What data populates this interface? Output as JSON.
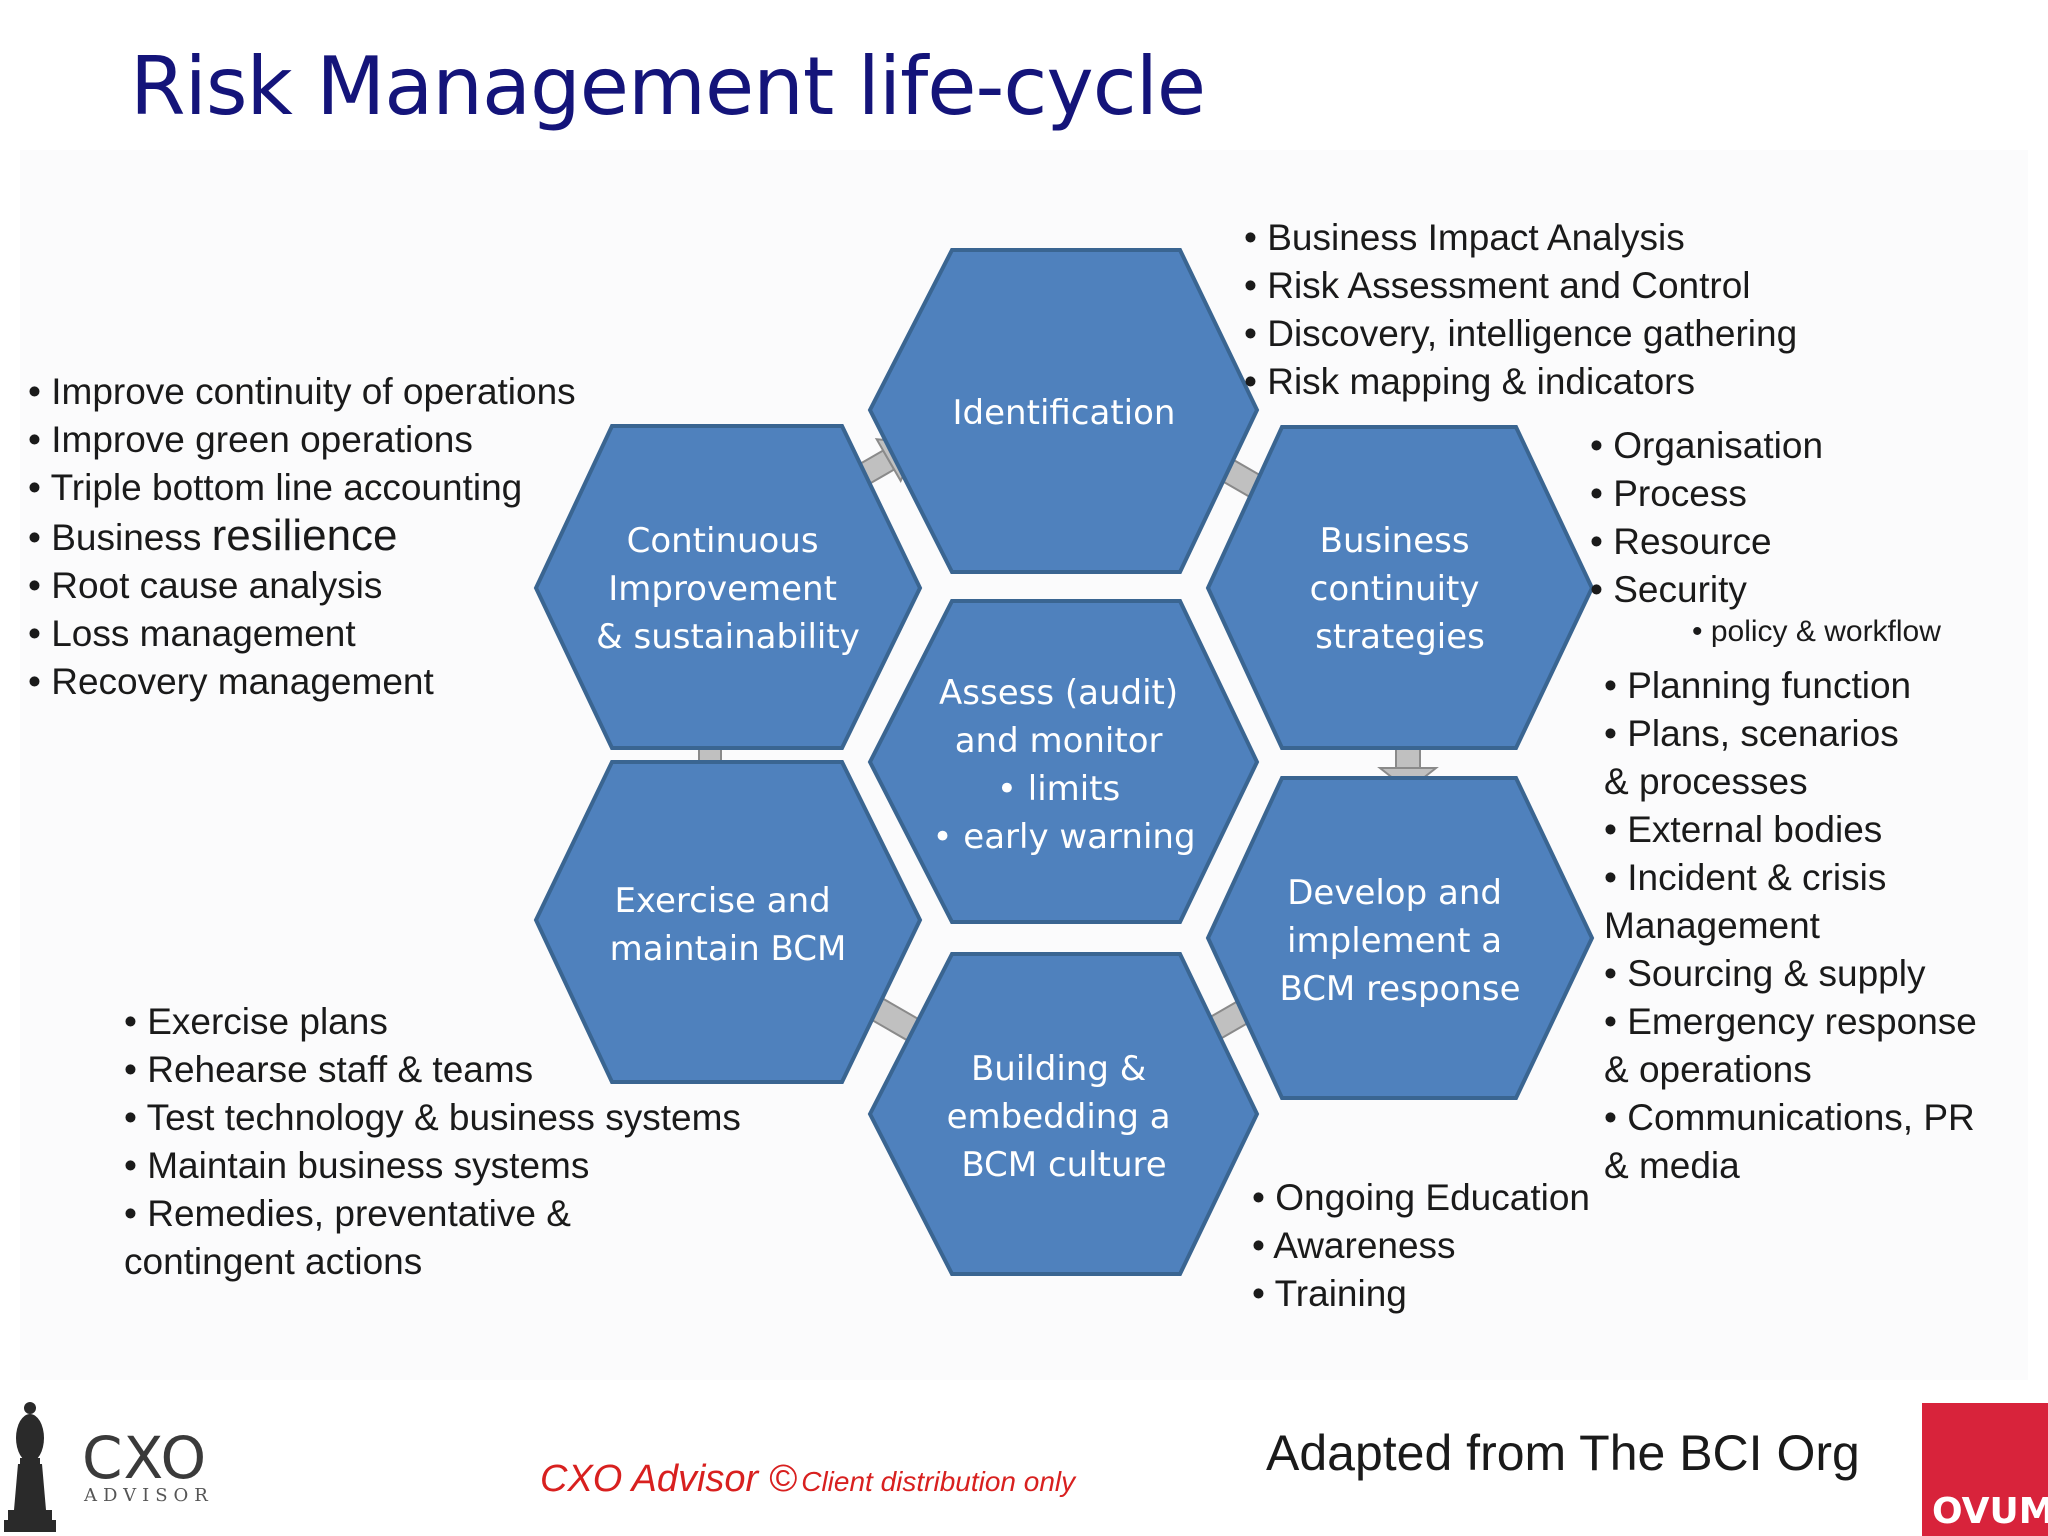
{
  "title": "Risk Management life-cycle",
  "hexagons": {
    "identification": [
      "Identification"
    ],
    "strategies": [
      "Business",
      "continuity",
      "strategies"
    ],
    "develop": [
      "Develop and",
      "implement a",
      "BCM response"
    ],
    "building": [
      "Building &",
      "embedding a",
      "BCM culture"
    ],
    "exercise": [
      "Exercise and",
      "maintain BCM"
    ],
    "improvement": [
      "Continuous",
      "Improvement",
      "& sustainability"
    ],
    "assess": [
      "Assess (audit)",
      "and monitor",
      "• limits",
      "• early warning"
    ]
  },
  "lists": {
    "identification": [
      "• Business Impact Analysis",
      "• Risk Assessment and Control",
      "• Discovery, intelligence gathering",
      "• Risk mapping & indicators"
    ],
    "improvement": [
      "• Improve continuity of operations",
      "• Improve green operations",
      "• Triple bottom line accounting",
      "• Business ",
      "resilience",
      "• Root cause analysis",
      "• Loss management",
      "• Recovery management"
    ],
    "strategies": [
      "• Organisation",
      "• Process",
      "• Resource",
      "• Security",
      "• policy & workflow"
    ],
    "develop": [
      "• Planning function",
      "• Plans, scenarios",
      "& processes",
      "• External bodies",
      "•  Incident & crisis",
      "Management",
      "• Sourcing & supply",
      "• Emergency response",
      "& operations",
      "• Communications, PR",
      "& media"
    ],
    "exercise": [
      "• Exercise plans",
      "• Rehearse staff & teams",
      "• Test technology & business systems",
      "•  Maintain business systems",
      "• Remedies, preventative &",
      "contingent actions"
    ],
    "building": [
      "• Ongoing Education",
      "• Awareness",
      "• Training"
    ]
  },
  "footer": {
    "copyright": "CXO Advisor ©",
    "distribution": "Client distribution only",
    "adapted": "Adapted from The BCI Org",
    "ovum_logo": "OVUM",
    "cxo_logo": "CXO",
    "cxo_sub": "ADVISOR"
  },
  "colors": {
    "hex_fill": "#4f81bd",
    "hex_stroke": "#3a6591",
    "title": "#14147a",
    "footer_red": "#d8201f",
    "connector": "#c0c0c0"
  }
}
